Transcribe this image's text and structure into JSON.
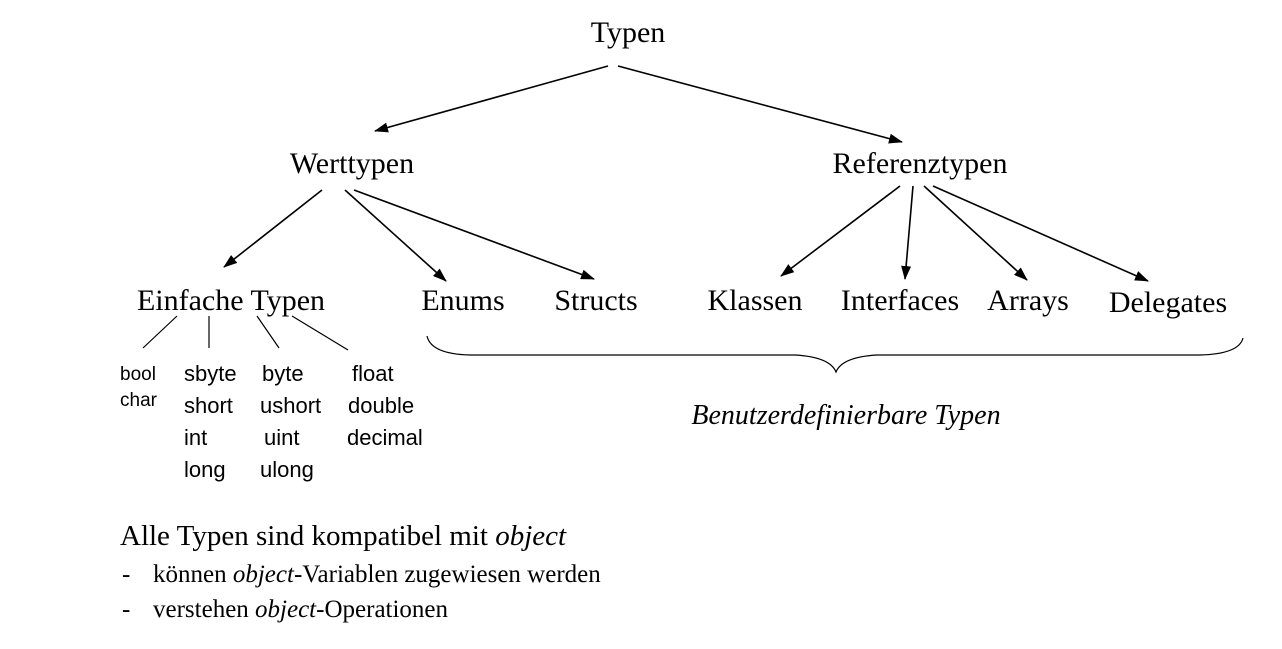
{
  "colors": {
    "ink": "#000000",
    "background": "#ffffff"
  },
  "nodes": {
    "root": "Typen",
    "werttypen": "Werttypen",
    "referenztypen": "Referenztypen",
    "einfache_typen": "Einfache Typen",
    "enums": "Enums",
    "structs": "Structs",
    "klassen": "Klassen",
    "interfaces": "Interfaces",
    "arrays": "Arrays",
    "delegates": "Delegates"
  },
  "simple_type_columns": [
    [
      "bool",
      "char"
    ],
    [
      "sbyte",
      "short",
      "int",
      "long"
    ],
    [
      "byte",
      "ushort",
      "uint",
      "ulong"
    ],
    [
      "float",
      "double",
      "decimal"
    ]
  ],
  "brace_caption": "Benutzerdefinierbare Typen",
  "footer": {
    "line1_prefix": "Alle Typen sind kompatibel mit ",
    "line1_emph": "object",
    "bullet_marker": "-",
    "bullet1_prefix": "können ",
    "bullet1_emph": "object",
    "bullet1_suffix": "-Variablen zugewiesen werden",
    "bullet2_prefix": "verstehen ",
    "bullet2_emph": "object",
    "bullet2_suffix": "-Operationen"
  },
  "edges": [
    [
      "root",
      "werttypen"
    ],
    [
      "root",
      "referenztypen"
    ],
    [
      "werttypen",
      "einfache_typen"
    ],
    [
      "werttypen",
      "enums"
    ],
    [
      "werttypen",
      "structs"
    ],
    [
      "referenztypen",
      "klassen"
    ],
    [
      "referenztypen",
      "interfaces"
    ],
    [
      "referenztypen",
      "arrays"
    ],
    [
      "referenztypen",
      "delegates"
    ]
  ]
}
